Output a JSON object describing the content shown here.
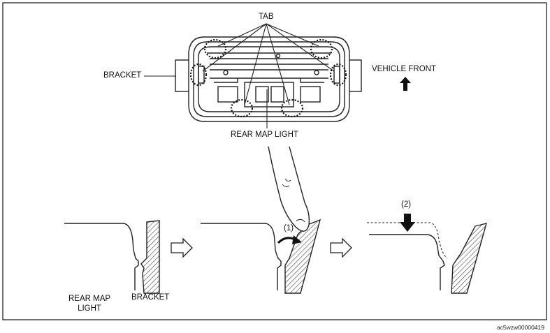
{
  "labels": {
    "tab": "TAB",
    "bracket_top": "BRACKET",
    "vehicle_front": "VEHICLE FRONT",
    "rear_map_light_top": "REAR MAP LIGHT",
    "rear_map_light_bottom_line1": "REAR MAP",
    "rear_map_light_bottom_line2": "LIGHT",
    "bracket_bottom": "BRACKET",
    "step1": "(1)",
    "step2": "(2)",
    "figure_code": "ac5wzw00000419"
  },
  "icons": {
    "up_arrow": "up-arrow-icon",
    "right_arrow": "right-hollow-arrow-icon",
    "down_arrow": "down-arrow-icon",
    "curved_arrow": "curved-arrow-icon"
  }
}
